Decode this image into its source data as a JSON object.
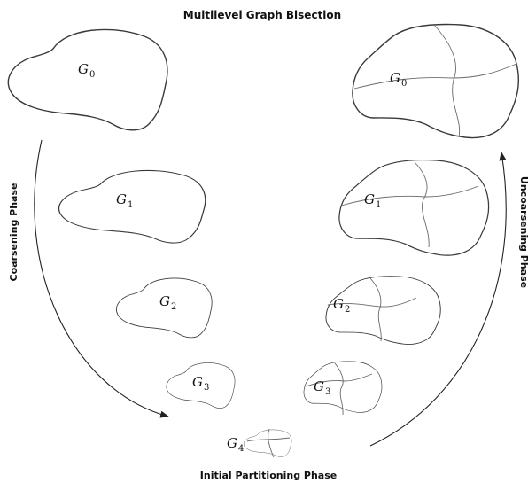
{
  "title": "Multilevel Graph Bisection",
  "phases": {
    "coarsening": "Coarsening Phase",
    "uncoarsening": "Uncoarsening Phase",
    "initial_partitioning": "Initial Partitioning Phase"
  },
  "graphs": {
    "left": [
      {
        "base": "G",
        "sub": "0"
      },
      {
        "base": "G",
        "sub": "1"
      },
      {
        "base": "G",
        "sub": "2"
      },
      {
        "base": "G",
        "sub": "3"
      }
    ],
    "bottom": {
      "base": "G",
      "sub": "4"
    },
    "right": [
      {
        "base": "G",
        "sub": "0"
      },
      {
        "base": "G",
        "sub": "1"
      },
      {
        "base": "G",
        "sub": "2"
      },
      {
        "base": "G",
        "sub": "3"
      }
    ]
  },
  "colors": {
    "outline": "#3a3a3a",
    "cut_lines": "#6a6a6a",
    "text": "#111111"
  }
}
